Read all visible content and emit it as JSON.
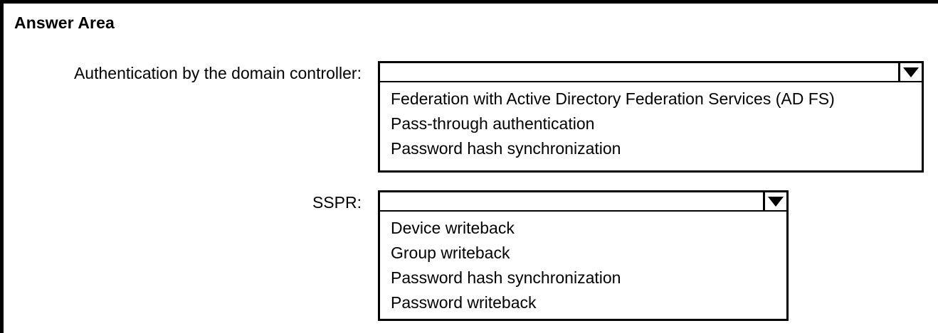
{
  "page": {
    "title": "Answer Area"
  },
  "fields": [
    {
      "label": "Authentication by the domain controller:",
      "combobox": {
        "name": "authentication-method",
        "value": "",
        "placeholder": "",
        "arrow_icon": "chevron-down-icon",
        "expanded": true
      },
      "options": [
        "Federation with Active Directory Federation Services (AD FS)",
        "Pass-through authentication",
        "Password hash synchronization"
      ]
    },
    {
      "label": "SSPR:",
      "combobox": {
        "name": "sspr-method",
        "value": "",
        "placeholder": "",
        "arrow_icon": "chevron-down-icon",
        "expanded": true
      },
      "options": [
        "Device writeback",
        "Group writeback",
        "Password hash synchronization",
        "Password writeback"
      ]
    }
  ],
  "colors": {
    "border": "#000000",
    "background": "#ffffff",
    "text": "#000000"
  }
}
